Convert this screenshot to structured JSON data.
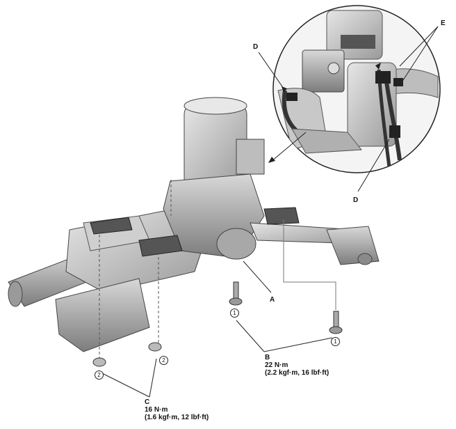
{
  "callouts": {
    "A": "A",
    "B": "B",
    "C": "C",
    "D_top": "D",
    "D_bottom": "D",
    "E": "E"
  },
  "torque": {
    "B_value": "22 N·m",
    "B_alt": "(2.2 kgf·m, 16 lbf·ft)",
    "C_value": "16 N·m",
    "C_alt": "(1.6 kgf·m, 12 lbf·ft)"
  },
  "fastener_numbers": {
    "bolt_left": "1",
    "bolt_right": "1",
    "nut_left": "2",
    "nut_right": "2"
  }
}
